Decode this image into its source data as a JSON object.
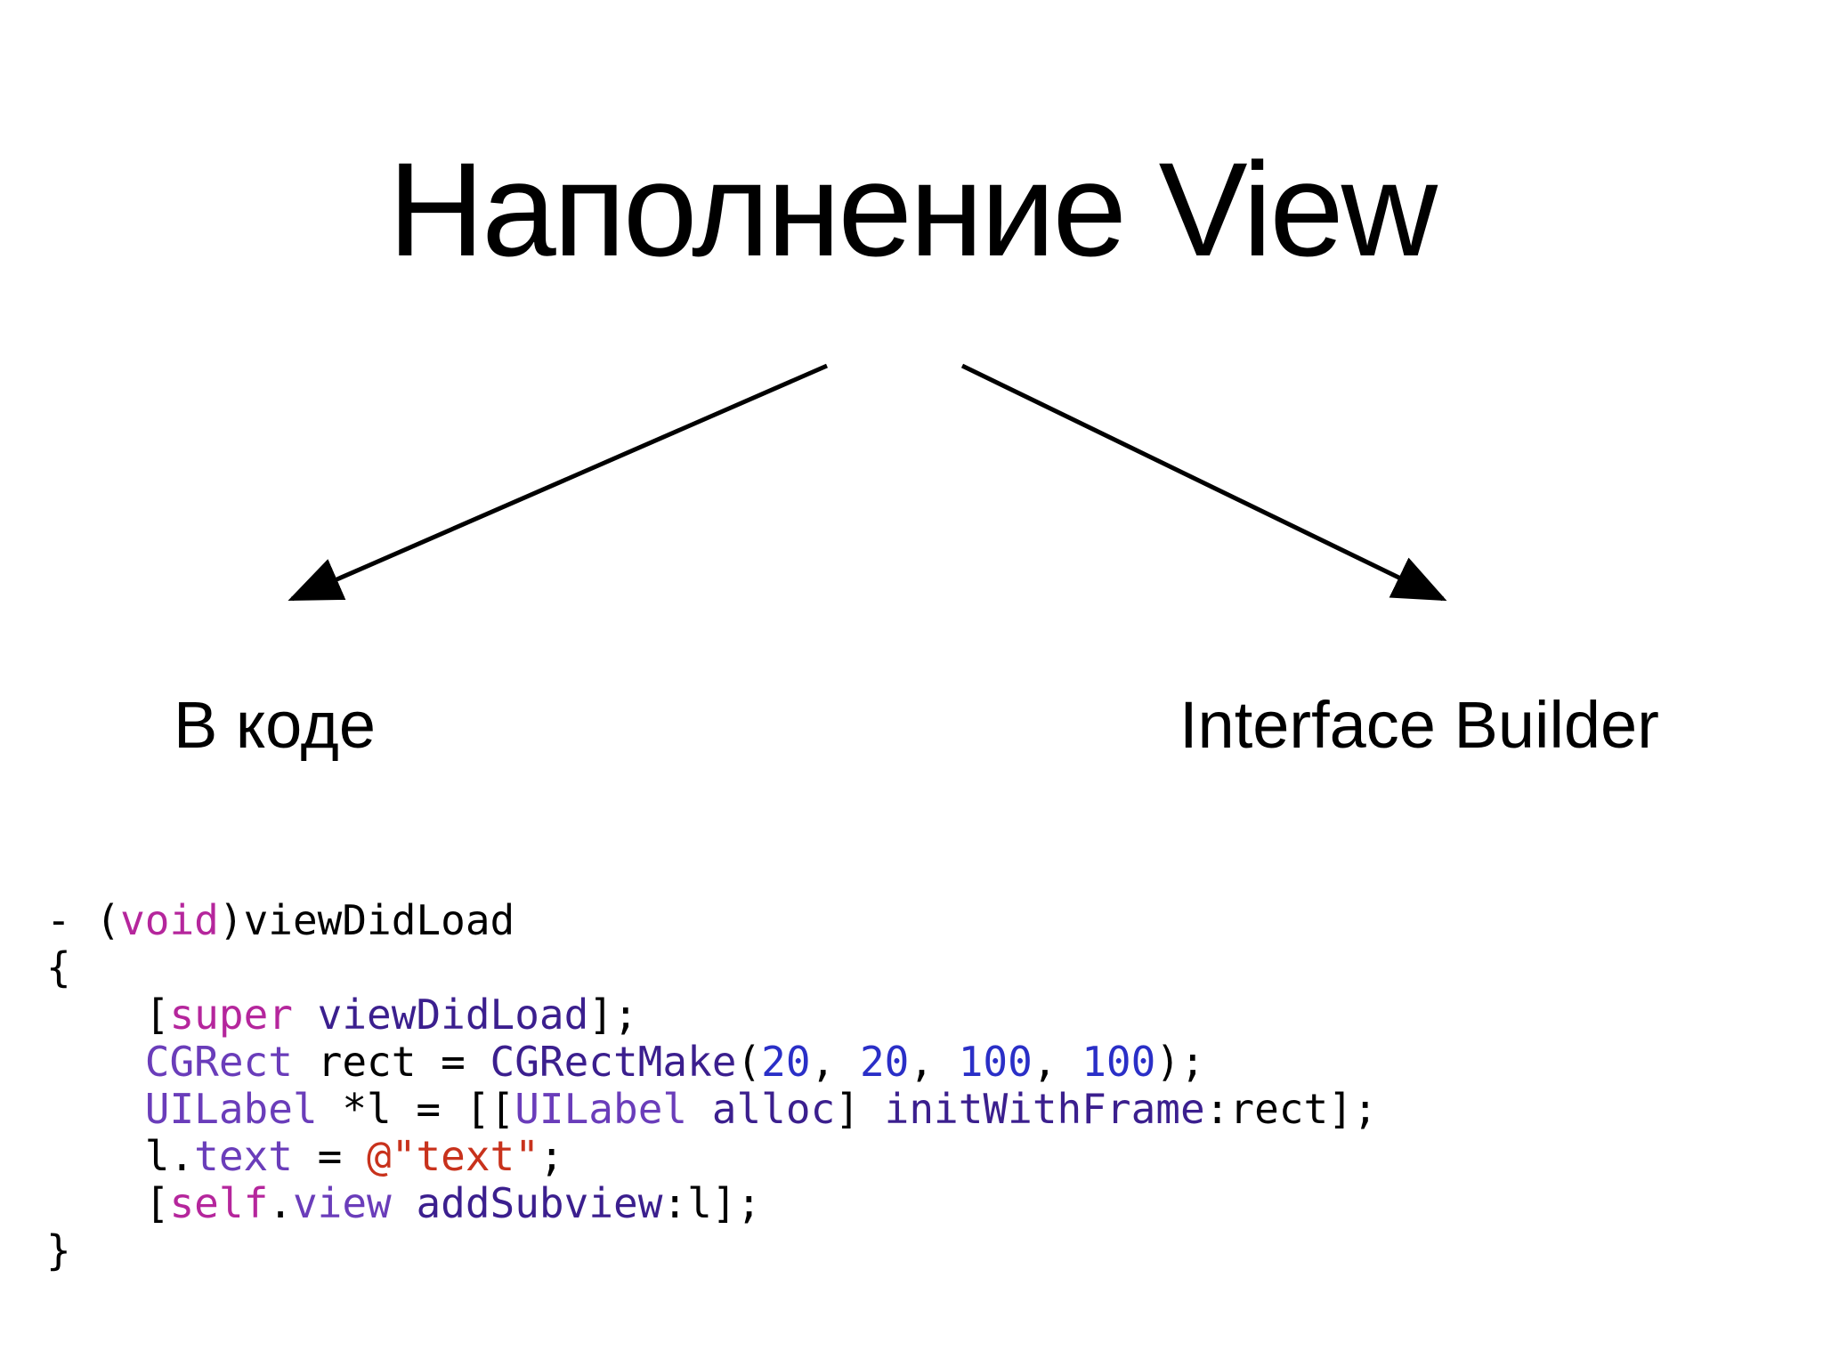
{
  "slide": {
    "title": "Наполнение View",
    "left_label": "В коде",
    "right_label": "Interface Builder"
  },
  "colors": {
    "keyword": "#b5269c",
    "type": "#6a3dba",
    "method": "#3b1f8e",
    "number": "#2a2fc7",
    "string": "#c8321c"
  },
  "code": {
    "lines": [
      [
        [
          "plain",
          "- ("
        ],
        [
          "kw",
          "void"
        ],
        [
          "plain",
          ")viewDidLoad"
        ]
      ],
      [
        [
          "plain",
          "{"
        ]
      ],
      [
        [
          "plain",
          "    ["
        ],
        [
          "kw",
          "super"
        ],
        [
          "plain",
          " "
        ],
        [
          "method",
          "viewDidLoad"
        ],
        [
          "plain",
          "];"
        ]
      ],
      [
        [
          "plain",
          "    "
        ],
        [
          "type",
          "CGRect"
        ],
        [
          "plain",
          " rect = "
        ],
        [
          "method",
          "CGRectMake"
        ],
        [
          "plain",
          "("
        ],
        [
          "num",
          "20"
        ],
        [
          "plain",
          ", "
        ],
        [
          "num",
          "20"
        ],
        [
          "plain",
          ", "
        ],
        [
          "num",
          "100"
        ],
        [
          "plain",
          ", "
        ],
        [
          "num",
          "100"
        ],
        [
          "plain",
          ");"
        ]
      ],
      [
        [
          "plain",
          "    "
        ],
        [
          "type",
          "UILabel"
        ],
        [
          "plain",
          " *l = [["
        ],
        [
          "type",
          "UILabel"
        ],
        [
          "plain",
          " "
        ],
        [
          "method",
          "alloc"
        ],
        [
          "plain",
          "] "
        ],
        [
          "method",
          "initWithFrame"
        ],
        [
          "plain",
          ":rect];"
        ]
      ],
      [
        [
          "plain",
          "    l."
        ],
        [
          "type",
          "text"
        ],
        [
          "plain",
          " = "
        ],
        [
          "str",
          "@\"text\""
        ],
        [
          "plain",
          ";"
        ]
      ],
      [
        [
          "plain",
          "    ["
        ],
        [
          "kw",
          "self"
        ],
        [
          "plain",
          "."
        ],
        [
          "type",
          "view"
        ],
        [
          "plain",
          " "
        ],
        [
          "method",
          "addSubview"
        ],
        [
          "plain",
          ":l];"
        ]
      ],
      [
        [
          "plain",
          "}"
        ]
      ]
    ]
  }
}
